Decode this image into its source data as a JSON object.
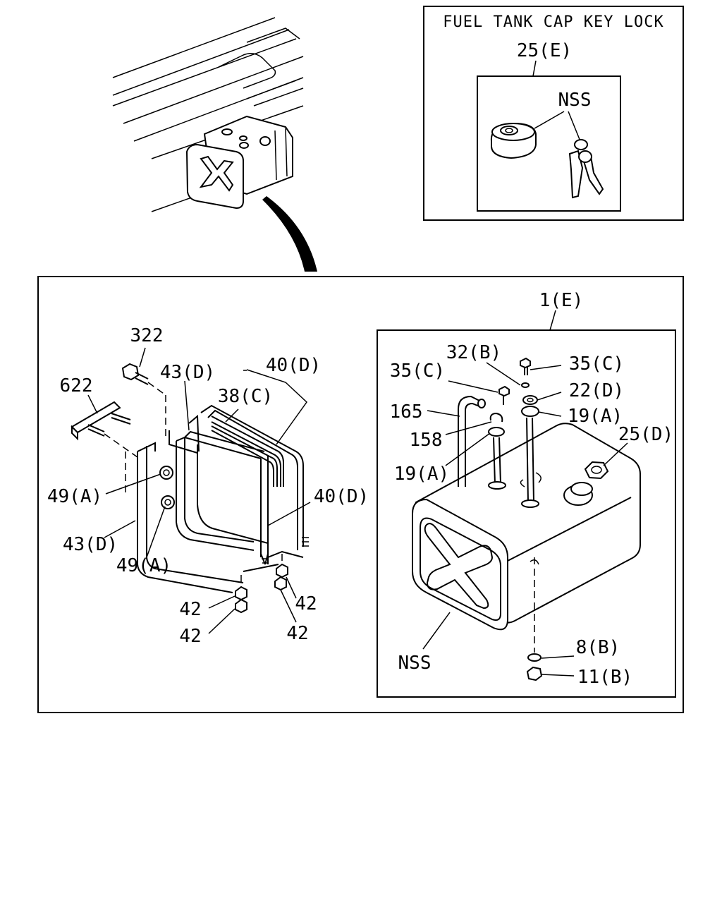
{
  "inset": {
    "title": "FUEL TANK CAP KEY LOCK",
    "ref": "25(E)",
    "nss": "NSS"
  },
  "main": {
    "assembly_ref": "1(E)",
    "bracket_labels": {
      "l322": "322",
      "l622": "622",
      "l43d_top": "43(D)",
      "l40d_top": "40(D)",
      "l38c": "38(C)",
      "l49a_1": "49(A)",
      "l43d_left": "43(D)",
      "l49a_2": "49(A)",
      "l40d_right": "40(D)",
      "l42_1": "42",
      "l42_2": "42",
      "l42_3": "42",
      "l42_4": "42"
    },
    "tank_labels": {
      "l32b": "32(B)",
      "l35c_left": "35(C)",
      "l35c_right": "35(C)",
      "l22d": "22(D)",
      "l165": "165",
      "l19a_right": "19(A)",
      "l25d": "25(D)",
      "l158": "158",
      "l19a_left": "19(A)",
      "l8b": "8(B)",
      "l11b": "11(B)",
      "lnss": "NSS"
    }
  }
}
